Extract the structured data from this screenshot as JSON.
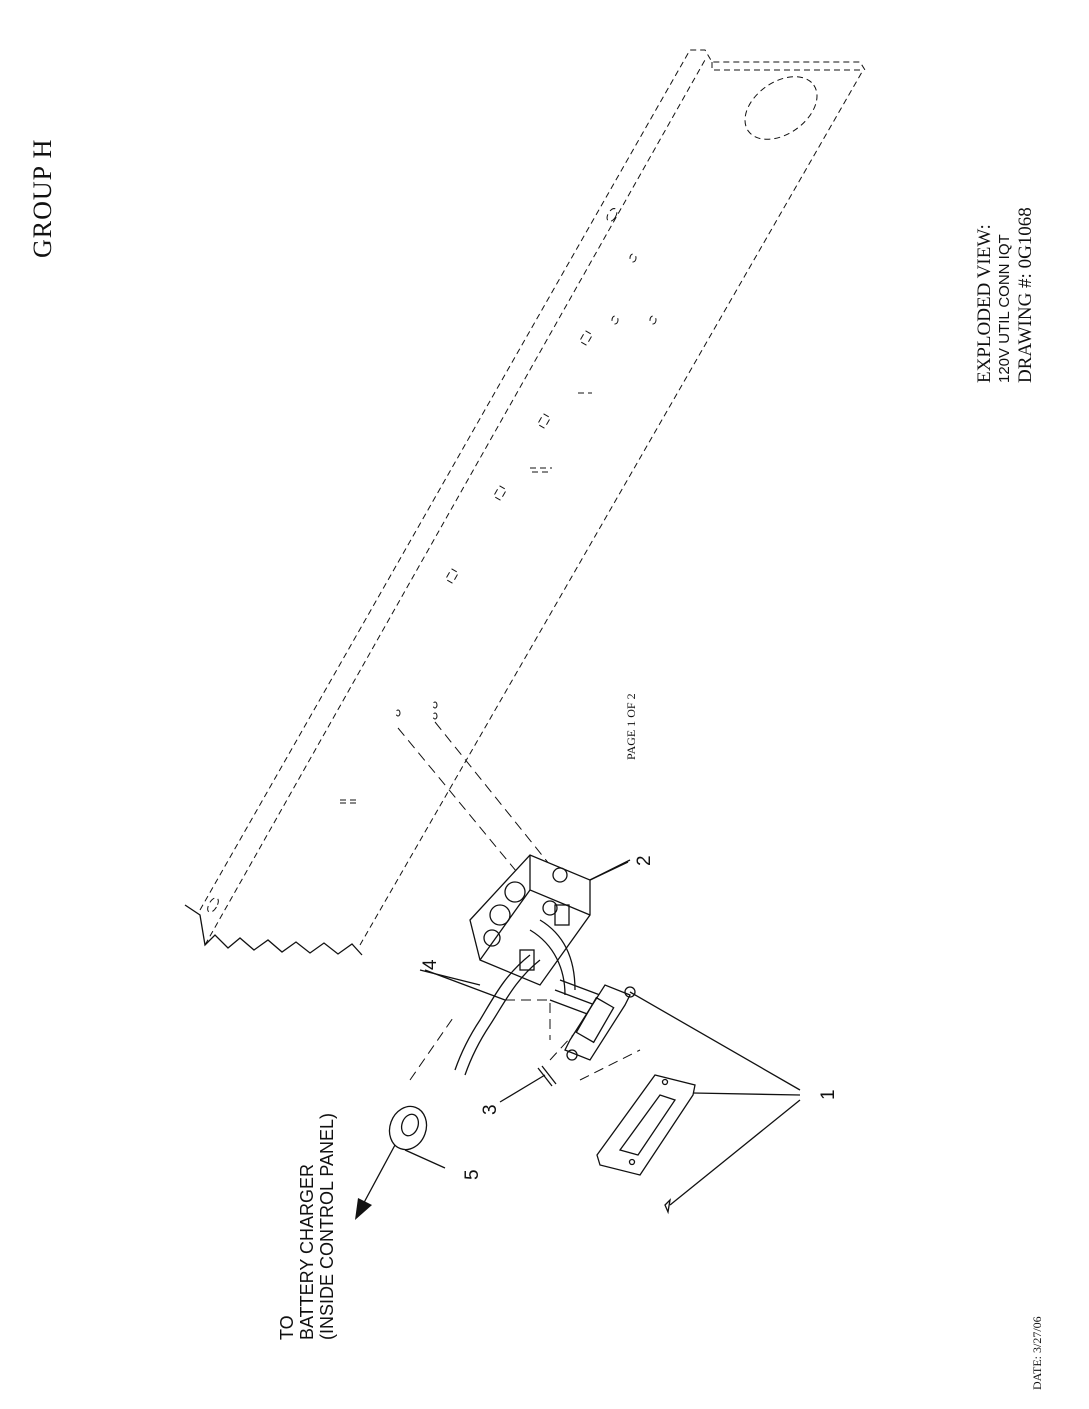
{
  "header": {
    "group": "GROUP H",
    "view_title": "EXPLODED VIEW:",
    "view_subtitle": "120V UTIL CONN IQT",
    "drawing_number": "DRAWING #: 0G1068"
  },
  "footer": {
    "page": "PAGE 1 OF 2",
    "date": "DATE: 3/27/06"
  },
  "callout": {
    "line1": "TO",
    "line2": "BATTERY CHARGER",
    "line3": "(INSIDE CONTROL PANEL)"
  },
  "part_numbers": [
    "1",
    "2",
    "3",
    "4",
    "5"
  ]
}
